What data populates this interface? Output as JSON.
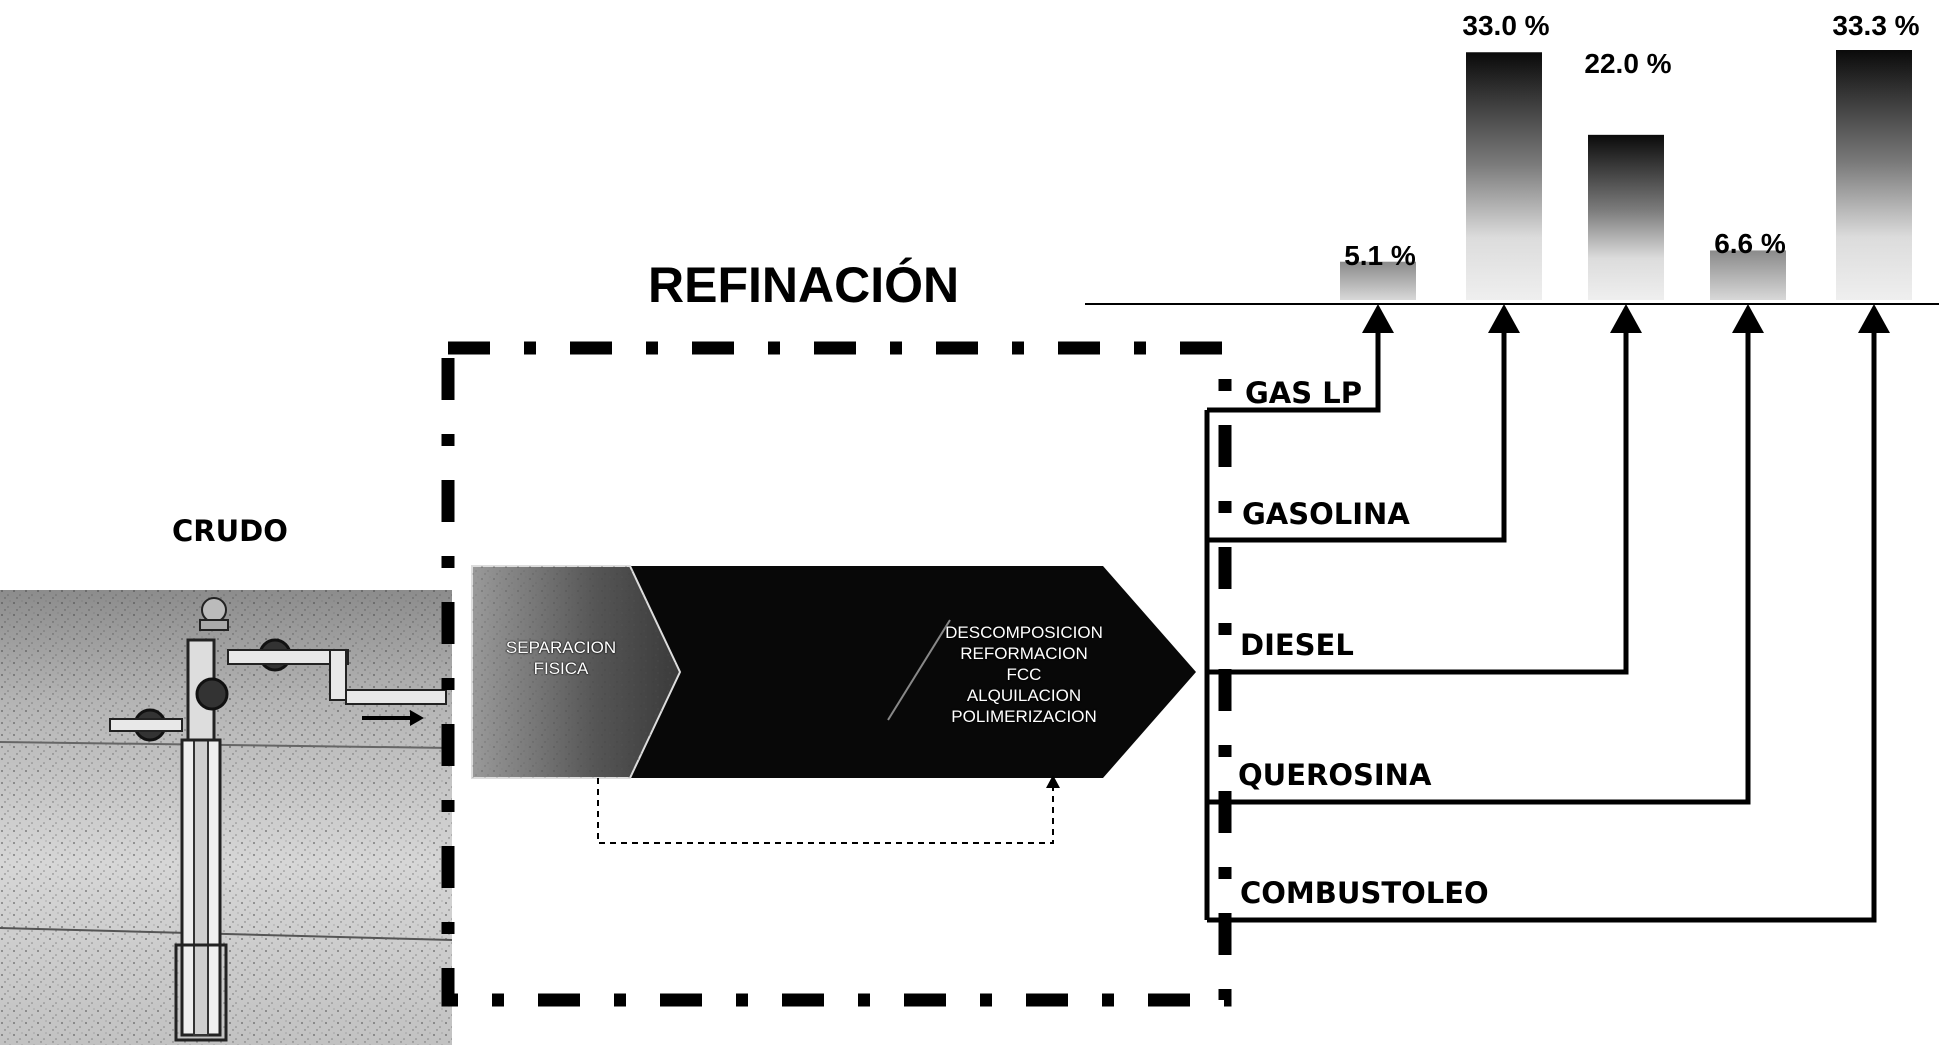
{
  "title": "REFINACIÓN",
  "input_label": "CRUDO",
  "process": {
    "stage1": [
      "SEPARACION",
      "FISICA"
    ],
    "stage2": [
      "DESCOMPOSICION",
      "REFORMACION",
      "FCC",
      "ALQUILACION",
      "POLIMERIZACION"
    ]
  },
  "products": [
    {
      "name": "GAS  LP",
      "pct": "5.1 %",
      "value": 5.1
    },
    {
      "name": "GASOLINA",
      "pct": "33.0 %",
      "value": 33.0
    },
    {
      "name": "DIESEL",
      "pct": "22.0 %",
      "value": 22.0
    },
    {
      "name": "QUEROSINA",
      "pct": "6.6 %",
      "value": 6.6
    },
    {
      "name": "COMBUSTOLEO",
      "pct": "33.3 %",
      "value": 33.3
    }
  ],
  "colors": {
    "line": "#000000",
    "bar_top": "#111111",
    "bar_bottom": "#f2f2f2",
    "arrow_body": "#080808"
  }
}
